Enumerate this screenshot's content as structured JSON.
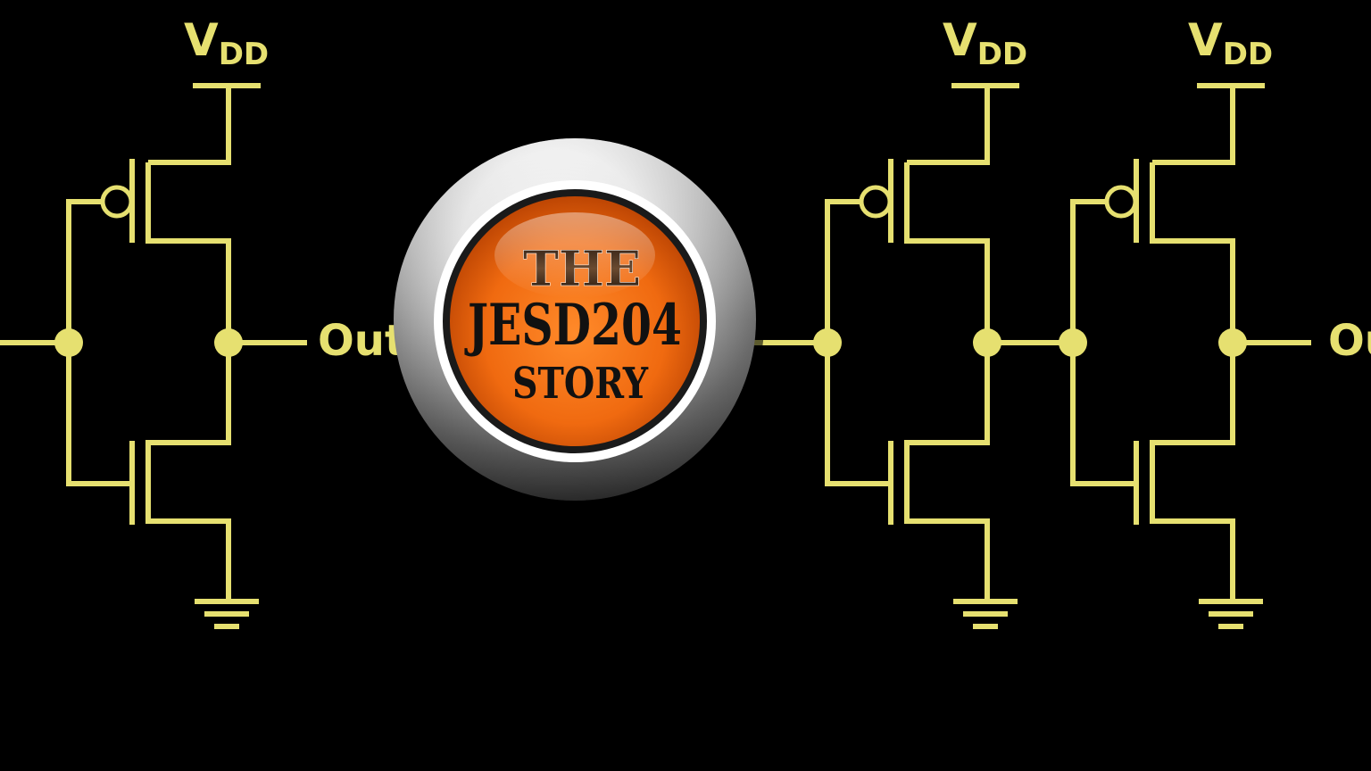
{
  "colors": {
    "background": "#000000",
    "wire": "#e6e070",
    "logo_orange": "#f06a10",
    "logo_text": "#111111"
  },
  "inverters": [
    {
      "id": "inv-1",
      "supply_label": {
        "main": "V",
        "sub": "DD"
      },
      "output_label": "Out"
    },
    {
      "id": "inv-2",
      "supply_label": {
        "main": "V",
        "sub": "DD"
      }
    },
    {
      "id": "inv-3",
      "supply_label": {
        "main": "V",
        "sub": "DD"
      },
      "output_label": "Out"
    }
  ],
  "logo": {
    "line1": "THE",
    "line2": "JESD204",
    "line3": "STORY"
  }
}
